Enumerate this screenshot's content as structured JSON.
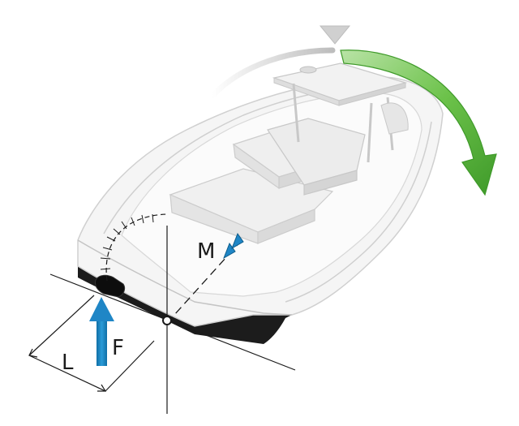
{
  "labels": {
    "moment": "M",
    "force": "F",
    "lever_arm": "L"
  },
  "colors": {
    "hull": "#f4f4f4",
    "hull_edge": "#d2d2d2",
    "hull_bottom": "#1c1c1c",
    "force_arrow": "#1a8ccc",
    "rotation_arrow": "#6cc24a",
    "rotation_arrow_dark": "#3f9a2a",
    "pivot_marker": "#cfcfcf",
    "line": "#1a1a1a"
  },
  "icons": {
    "pivot_marker": "triangle-down-icon",
    "rotation": "curved-arrow-icon",
    "force": "up-arrow-icon",
    "moment_axis": "double-arrow-icon"
  }
}
